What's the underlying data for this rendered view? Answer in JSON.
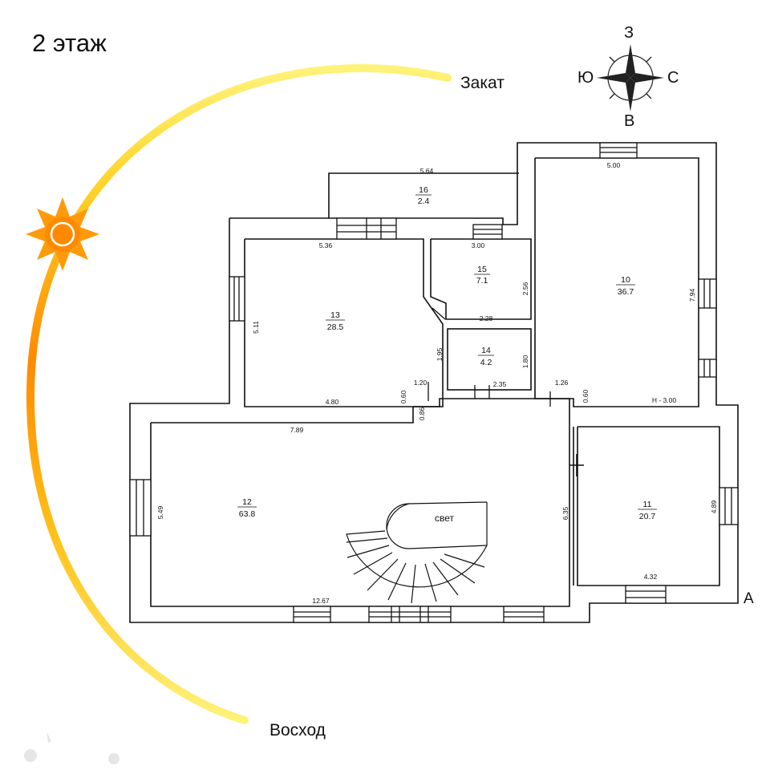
{
  "title": "2 этаж",
  "sun": {
    "sunset": "Закат",
    "sunrise": "Восход"
  },
  "compass": {
    "top": "З",
    "left": "Ю",
    "right": "С",
    "bottom": "В"
  },
  "rooms": [
    {
      "number": "16",
      "area": "2.4"
    },
    {
      "number": "15",
      "area": "7.1"
    },
    {
      "number": "14",
      "area": "4.2"
    },
    {
      "number": "13",
      "area": "28.5"
    },
    {
      "number": "10",
      "area": "36.7"
    },
    {
      "number": "12",
      "area": "63.8"
    },
    {
      "number": "11",
      "area": "20.7"
    }
  ],
  "dimensions": {
    "r16_width": "5.64",
    "r10_width": "5.00",
    "r10_height": "7.94",
    "r10_ceiling": "Н - 3.00",
    "r13_width_top": "5.36",
    "r13_height": "5.11",
    "r13_width_bottom": "4.80",
    "r15_width": "3.00",
    "r15_height": "2.56",
    "r15_bottom": "2.28",
    "r14_height": "1.80",
    "r14_left": "1.95",
    "r14_bottom": "2.35",
    "door_1": "1.20",
    "door_2": "1.26",
    "d_0_60_left": "0.60",
    "d_0_86": "0.86",
    "d_0_60_right": "0.60",
    "r12_width_top": "7.89",
    "r12_height": "5.49",
    "r12_width_bottom": "12.67",
    "r12_right": "6.35",
    "r11_height": "4.89",
    "r11_width": "4.32"
  },
  "stairs_label": "свет",
  "section_mark": "A",
  "colors": {
    "arc_start": "#fff27a",
    "arc_mid": "#ffd21f",
    "arc_end": "#ff8a00",
    "sun": "#ff9a0a",
    "wall": "#111111"
  }
}
